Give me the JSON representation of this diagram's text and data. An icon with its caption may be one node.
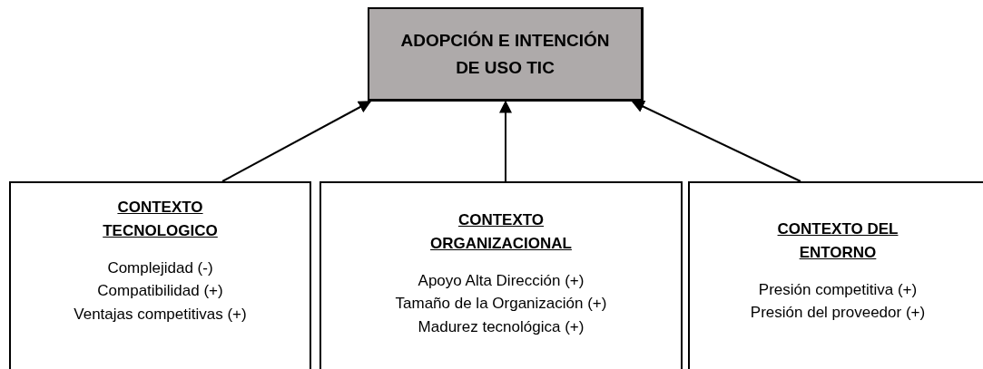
{
  "diagram": {
    "nodes": [
      {
        "text": [
          "ADOPCIÓN E INTENCIÓN DE USO TIC"
        ]
      },
      {
        "text": [
          "CONTEXTO TECNOLOGICO",
          "Complejidad (-)",
          "Compatibilidad (+)",
          "Ventajas competitivas (+)"
        ]
      },
      {
        "text": [
          "CONTEXTO ORGANIZACIONAL",
          "Apoyo Alta Dirección (+)",
          "Tamaño de la Organización (+)",
          "Madurez tecnológica (+)"
        ]
      },
      {
        "text": [
          "CONTEXTO DEL ENTORNO",
          "Presión competitiva (+)",
          "Presión del proveedor (+)"
        ]
      }
    ],
    "edges": [
      {
        "from": 1,
        "to": 0,
        "arrow": "to"
      },
      {
        "from": 2,
        "to": 0,
        "arrow": "to"
      },
      {
        "from": 3,
        "to": 0,
        "arrow": "to"
      }
    ]
  }
}
